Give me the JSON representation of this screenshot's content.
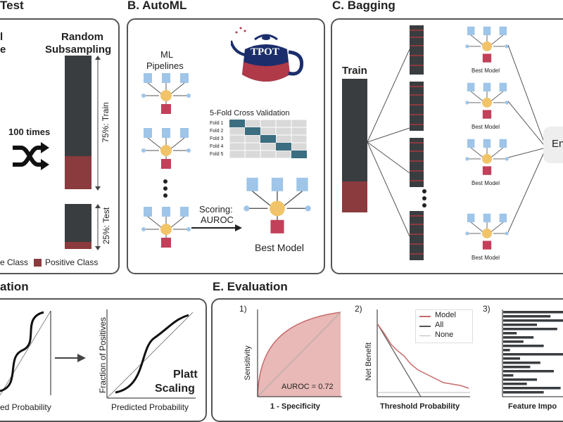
{
  "colors": {
    "dark": "#3a3d40",
    "red": "#8b3a3e",
    "blue": "#9fc5e8",
    "teal": "#3a6e80",
    "pink": "#e8b9b6",
    "pink_line": "#c86a6a",
    "gray": "#999999"
  },
  "panel_a": {
    "title": "Test",
    "left_label_1": "l",
    "left_label_2": "e",
    "random_1": "Random",
    "random_2": "Subsampling",
    "times": "100 times",
    "train_label": "75%: Train",
    "test_label": "25%: Test",
    "legend_neg": "e Class",
    "legend_pos": "Positive Class"
  },
  "panel_b": {
    "title": "B. AutoML",
    "ml_1": "ML",
    "ml_2": "Pipelines",
    "tpot": "TPOT",
    "cv_title": "5-Fold Cross Validation",
    "folds": [
      "Fold 1",
      "Fold 2",
      "Fold 3",
      "Fold 4",
      "Fold 5"
    ],
    "scoring_1": "Scoring:",
    "scoring_2": "AUROC",
    "best_model": "Best Model"
  },
  "panel_c": {
    "title": "C. Bagging",
    "train": "Train",
    "best_model": "Best Model",
    "ensemble_partial": "En"
  },
  "panel_d": {
    "title": "ation",
    "xlabel_left": "ed Probability",
    "ylabel_right": "Fraction of Positives",
    "xlabel_right": "Predicted Probability",
    "platt_1": "Platt",
    "platt_2": "Scaling"
  },
  "panel_e": {
    "title": "E. Evaluation",
    "sub1": "1)",
    "sub2": "2)",
    "sub3": "3)",
    "roc_ylabel": "Sensitivity",
    "roc_xlabel": "1 - Specificity",
    "auroc": "AUROC = 0.72",
    "nb_ylabel": "Net Benefit",
    "nb_xlabel": "Threshold Probability",
    "legend": [
      "Model",
      "All",
      "None"
    ],
    "fi_xlabel": "Feature Impo"
  },
  "chart_data": {
    "type": "bar",
    "title": "",
    "xlabel": "Feature Impo",
    "orientation": "horizontal",
    "values": [
      0.9,
      0.7,
      1.0,
      0.5,
      0.8,
      0.2,
      0.45,
      0.3,
      0.6,
      0.1,
      0.95,
      0.25,
      0.55,
      0.4,
      0.75,
      0.15,
      0.5,
      0.35,
      0.85,
      0.6
    ]
  }
}
